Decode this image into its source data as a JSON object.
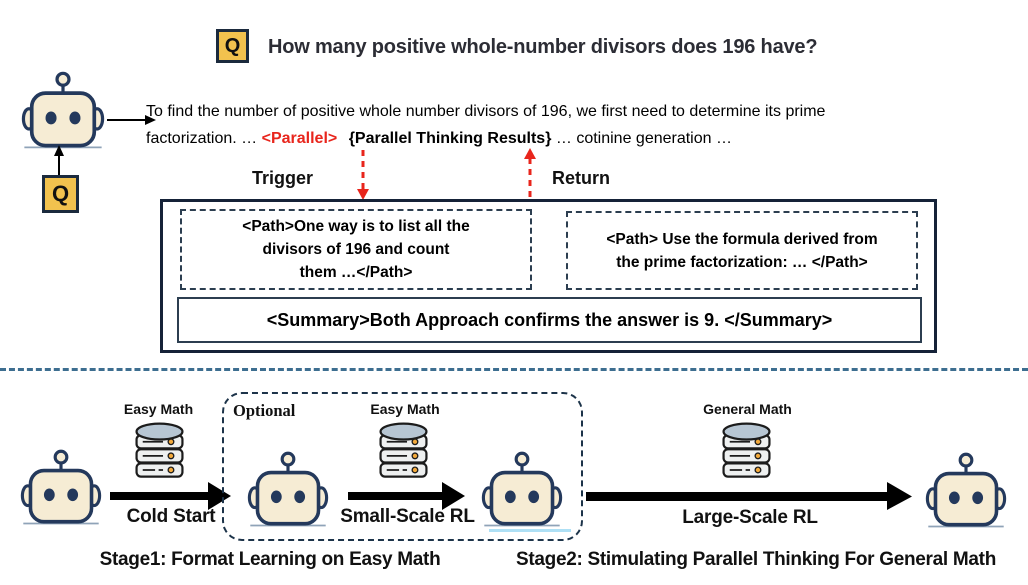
{
  "question": {
    "badge_label": "Q",
    "text": "How many positive whole-number divisors does 196 have?"
  },
  "input_badge": {
    "label": "Q"
  },
  "response": {
    "line1": "To find the number of positive whole number divisors of 196, we first need to  determine its prime",
    "line2_prefix": "factorization. … ",
    "parallel_tag": "<Parallel>",
    "results_tag": "{Parallel Thinking Results}",
    "line2_suffix": " … cotinine generation …"
  },
  "parallel_block": {
    "trigger_label": "Trigger",
    "return_label": "Return",
    "path1_lines": [
      "<Path>One way is to list all the",
      "divisors of 196 and count",
      "them …</Path>"
    ],
    "path2_lines": [
      "<Path> Use the formula derived from",
      "the prime factorization: … </Path>"
    ],
    "summary": "<Summary>Both Approach confirms the answer is 9. </Summary>"
  },
  "pipeline": {
    "optional_label": "Optional",
    "datasets": [
      {
        "label": "Easy Math"
      },
      {
        "label": "Easy Math"
      },
      {
        "label": "General Math"
      }
    ],
    "arrows": [
      {
        "label": "Cold Start"
      },
      {
        "label": "Small-Scale RL"
      },
      {
        "label": "Large-Scale RL"
      }
    ],
    "captions": {
      "stage1": "Stage1: Format Learning on Easy Math",
      "stage2": "Stage2: Stimulating Parallel Thinking For General Math"
    }
  },
  "icons": {
    "robot": "robot-icon",
    "database": "database-icon",
    "trigger_arrow": "red-dashed-down-arrow-icon",
    "return_arrow": "red-dashed-up-arrow-icon"
  },
  "colors": {
    "accent_red": "#e8251c",
    "badge_yellow": "#f2c24e",
    "navy_outline": "#24395c",
    "box_border_navy": "#152238",
    "separator_blue": "#3d6e90",
    "db_top_blue": "#b7c6d3",
    "db_dot_orange": "#f2a93b",
    "robot_face": "#f6ecd4"
  }
}
